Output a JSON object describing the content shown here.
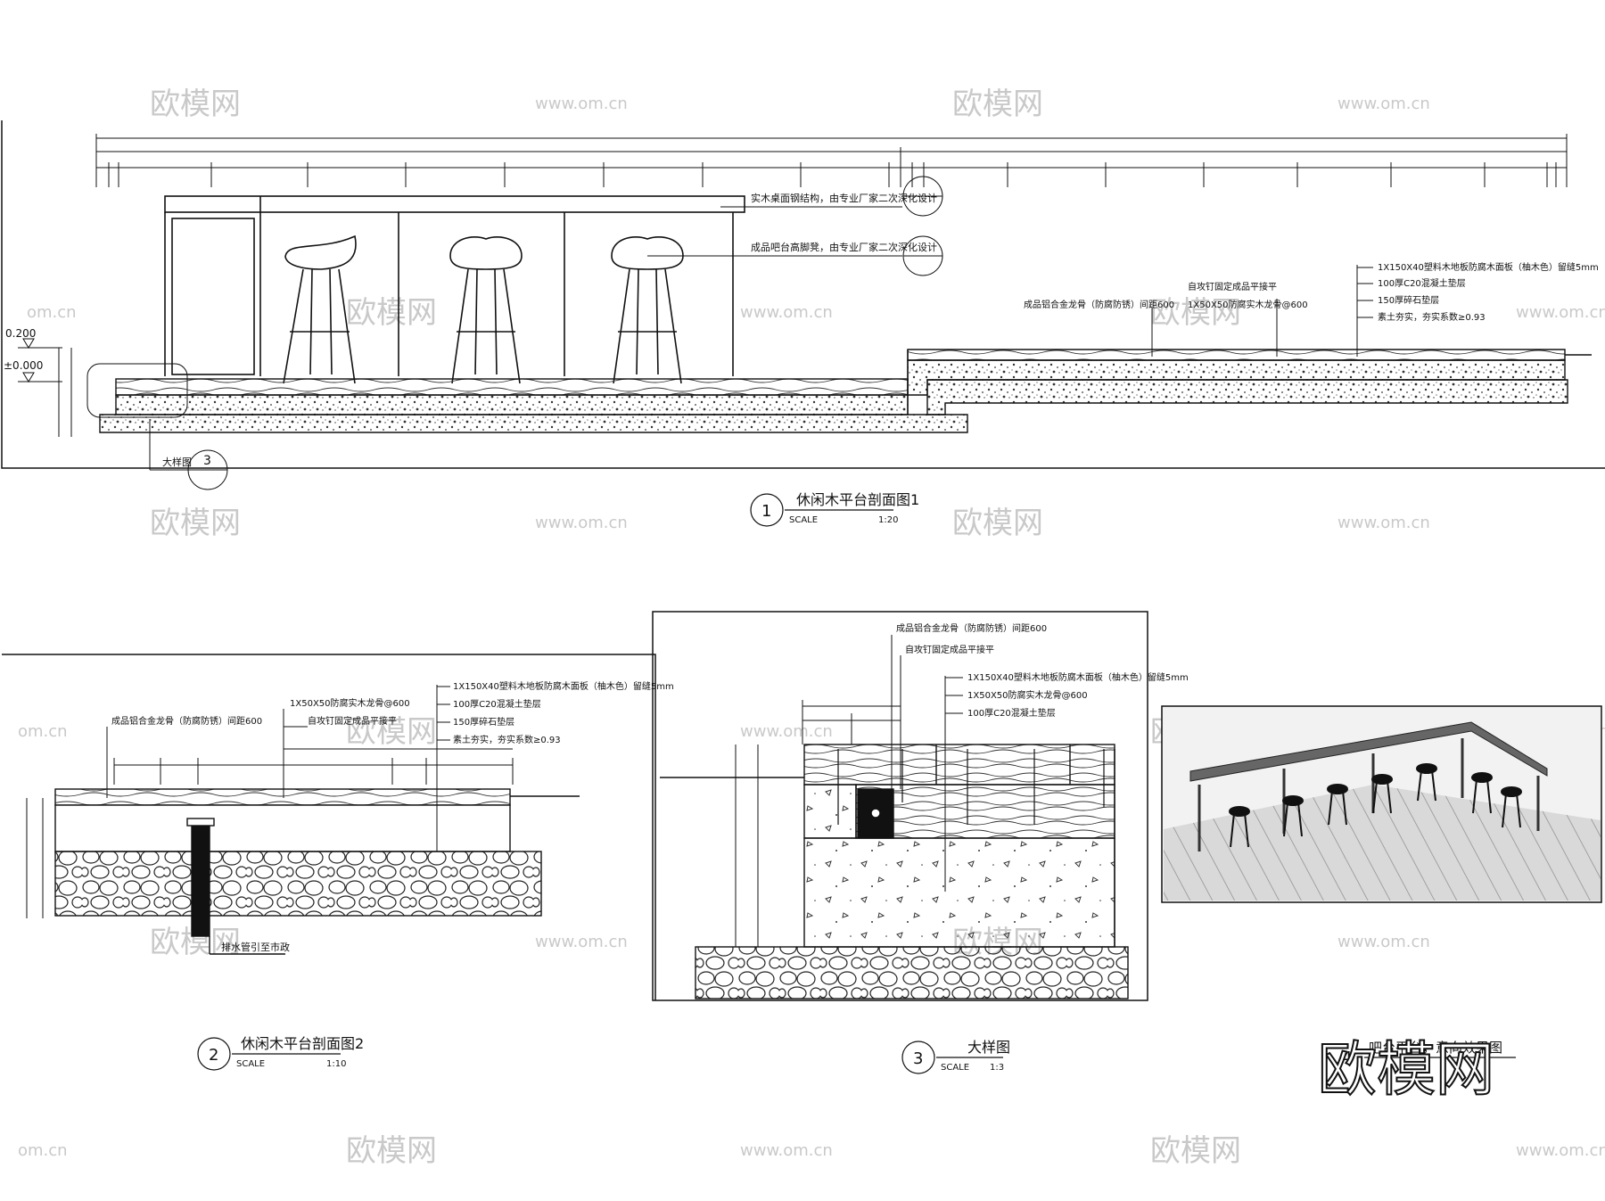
{
  "drawing1": {
    "title": "休闲木平台剖面图1",
    "number": "1",
    "scale_label": "SCALE",
    "scale_value": "1:20",
    "elev_top": "0.200",
    "elev_base": "±0.000",
    "note_bar_top": "实木桌面钢结构，由专业厂家二次深化设计",
    "note_stool": "成品吧台高脚凳，由专业厂家二次深化设计",
    "detail_ref": "大样图",
    "callout_ref": "3",
    "notes_right": [
      "成品铝合金龙骨（防腐防锈）间距600",
      "自攻钉固定成品平接平",
      "1X50X50防腐实木龙骨@600",
      "1X150X40塑料木地板防腐木面板（柚木色）留缝5mm",
      "100厚C20混凝土垫层",
      "150厚碎石垫层",
      "素土夯实，夯实系数≥0.93"
    ]
  },
  "drawing2": {
    "title": "休闲木平台剖面图2",
    "number": "2",
    "scale_label": "SCALE",
    "scale_value": "1:10",
    "pipe_note": "排水管引至市政",
    "notes": [
      "成品铝合金龙骨（防腐防锈）间距600",
      "1X50X50防腐实木龙骨@600",
      "自攻钉固定成品平接平",
      "1X150X40塑料木地板防腐木面板（柚木色）留缝5mm",
      "100厚C20混凝土垫层",
      "150厚碎石垫层",
      "素土夯实，夯实系数≥0.93"
    ]
  },
  "drawing3": {
    "title": "大样图",
    "number": "3",
    "scale_label": "SCALE",
    "scale_value": "1:3",
    "notes": [
      "成品铝合金龙骨（防腐防锈）间距600",
      "自攻钉固定成品平接平",
      "1X150X40塑料木地板防腐木面板（柚木色）留缝5mm",
      "1X50X50防腐实木龙骨@600",
      "100厚C20混凝土垫层"
    ]
  },
  "drawing4": {
    "title": "吧台平台，意向效果图",
    "number": "4"
  },
  "watermarks": {
    "brand": "欧模网",
    "site": "www.om.cn",
    "site_partial": "om.cn"
  },
  "colors": {
    "ink": "#111111",
    "watermark": "#c9c9c9",
    "hatch": "#555555"
  }
}
